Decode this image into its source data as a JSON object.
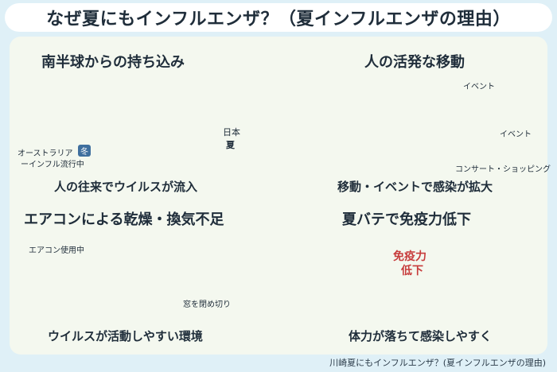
{
  "title": "なぜ夏にもインフルエンザ？（夏インフルエンザの理由）",
  "sections": {
    "southern": {
      "title": "南半球からの持ち込み",
      "caption": "人の往来でウイルスが流入",
      "label_australia_prefix": "オーストラリア",
      "label_winter": "冬",
      "label_flu": "ーインフル流行中",
      "label_japan": "日本",
      "label_summer": "夏"
    },
    "movement": {
      "title": "人の活発な移動",
      "caption": "移動・イベントで感染が拡大",
      "label_event1": "イベント",
      "label_event2": "イベント",
      "label_concert": "コンサート・ショッピング"
    },
    "aircon": {
      "title": "エアコンによる乾燥・換気不足",
      "caption": "ウイルスが活動しやすい環境",
      "label_aircon_on": "エアコン使用中",
      "label_window": "窓を閉め切り"
    },
    "fatigue": {
      "title": "夏バテで免疫力低下",
      "caption": "体力が落ちて感染しやすく",
      "label_immunity_1": "免疫力",
      "label_immunity_2": "低下"
    }
  },
  "footer": "川崎夏にもインフルエンザ？(夏インフルエンザの理由)",
  "colors": {
    "background": "#dff0f7",
    "panel": "#f4f8ef",
    "arrow_blue": "#3f7fc8",
    "arrow_red": "#e05555",
    "sun": "#f4a23a"
  }
}
